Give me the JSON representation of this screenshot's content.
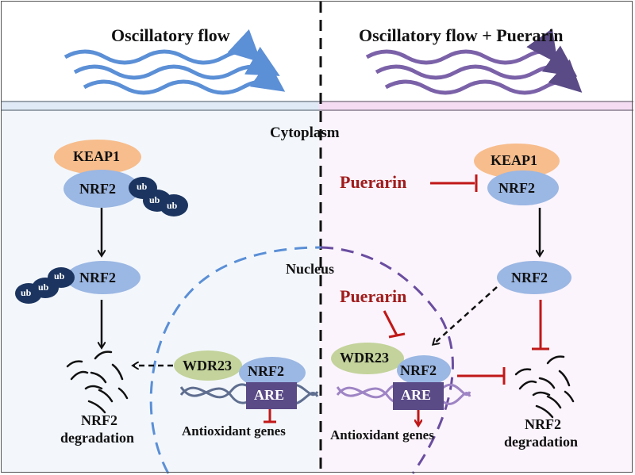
{
  "left_panel": {
    "title": "Oscillatory flow",
    "keap1": "KEAP1",
    "nrf2_bound": "NRF2",
    "ub_labels": [
      "ub",
      "ub",
      "ub"
    ],
    "nrf2_free": "NRF2",
    "ub_labels_2": [
      "ub",
      "ub",
      "ub"
    ],
    "degradation_line1": "NRF2",
    "degradation_line2": "degradation",
    "wdr23": "WDR23",
    "nrf2_nuclear": "NRF2",
    "are": "ARE",
    "genes": "Antioxidant genes"
  },
  "right_panel": {
    "title": "Oscillatory flow + Puerarin",
    "puerarin_1": "Puerarin",
    "keap1": "KEAP1",
    "nrf2_bound": "NRF2",
    "nrf2_free": "NRF2",
    "puerarin_2": "Puerarin",
    "wdr23": "WDR23",
    "nrf2_nuclear": "NRF2",
    "are": "ARE",
    "genes": "Antioxidant genes",
    "degradation_line1": "NRF2",
    "degradation_line2": "degradation"
  },
  "compartments": {
    "cytoplasm": "Cytoplasm",
    "nucleus": "Nucleus"
  },
  "colors": {
    "left_flow": "#5b8fd6",
    "right_flow": "#7b62a8",
    "keap1": "#f7bd8c",
    "nrf2": "#9bb7e3",
    "ub": "#1c3560",
    "wdr23": "#c3d39b",
    "are": "#5a4a86",
    "inhibit": "#c01818",
    "left_bg": "#f3f7fc",
    "right_bg": "#fbf4fc"
  }
}
